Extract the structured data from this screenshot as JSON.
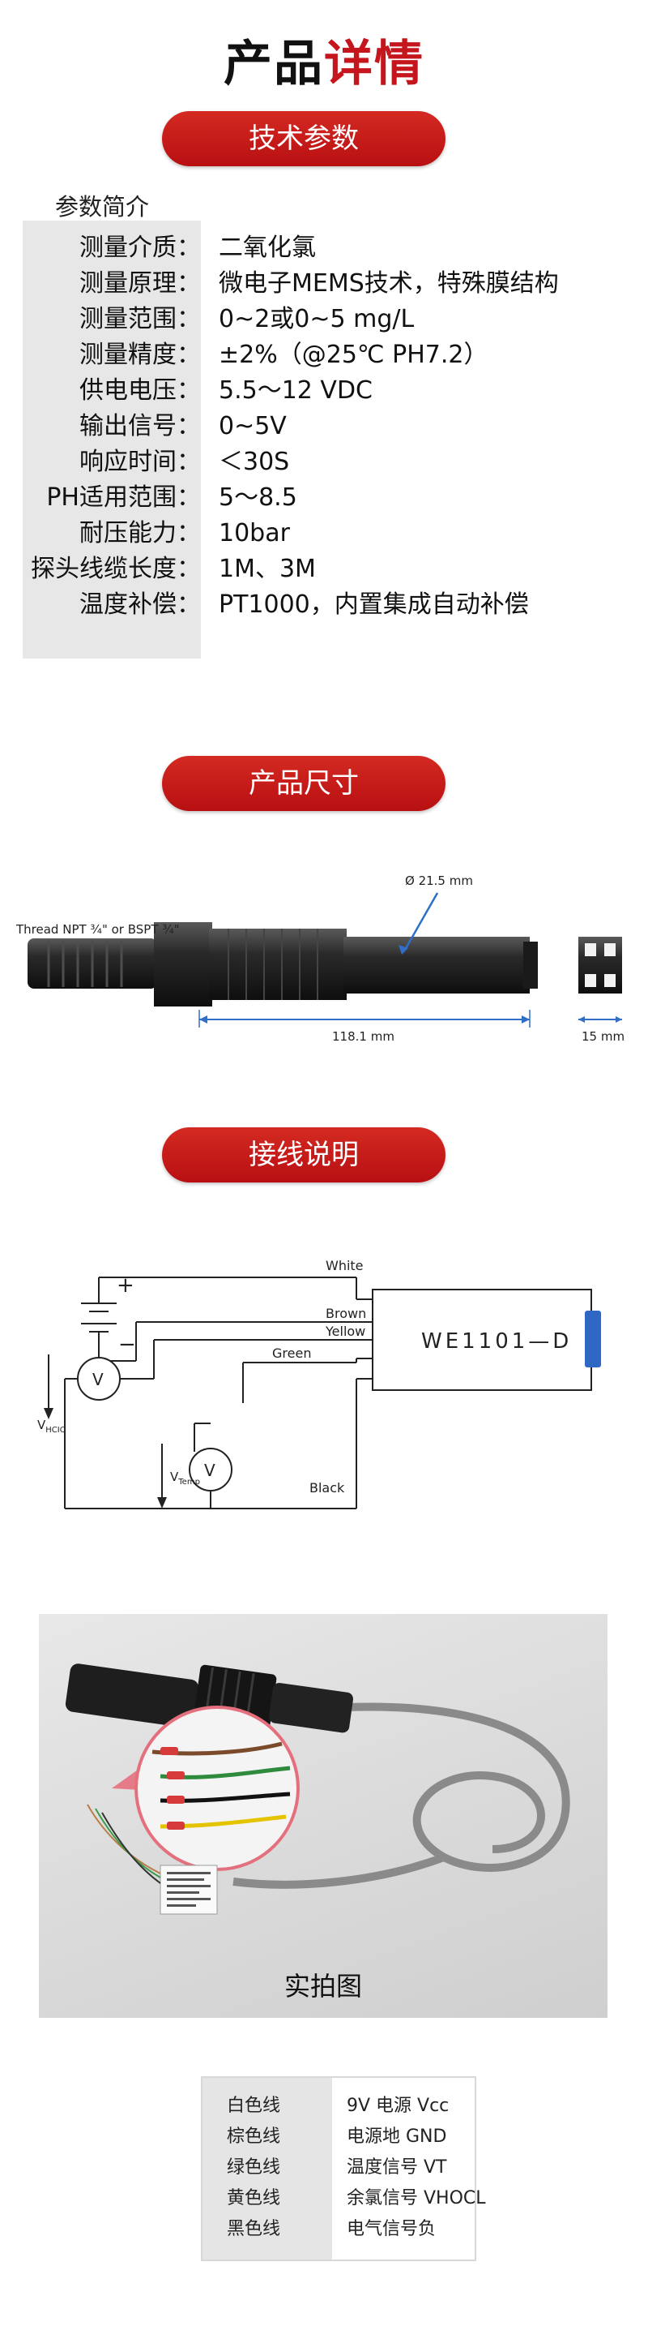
{
  "page": {
    "title_main": "产品",
    "title_accent": "详情"
  },
  "sections": {
    "tech_params": "技术参数",
    "dimensions": "产品尺寸",
    "wiring": "接线说明"
  },
  "params": {
    "subheading": "参数简介",
    "rows": [
      {
        "label": "测量介质：",
        "value": "二氧化氯"
      },
      {
        "label": "测量原理：",
        "value": "微电子MEMS技术，特殊膜结构"
      },
      {
        "label": "测量范围：",
        "value": "0~2或0~5 mg/L"
      },
      {
        "label": "测量精度：",
        "value": "±2%（@25℃ PH7.2）"
      },
      {
        "label": "供电电压：",
        "value": "5.5～12 VDC"
      },
      {
        "label": "输出信号：",
        "value": "0~5V"
      },
      {
        "label": "响应时间：",
        "value": "＜30S"
      },
      {
        "label": "PH适用范围：",
        "value": "5～8.5"
      },
      {
        "label": "耐压能力：",
        "value": "10bar"
      },
      {
        "label": "探头线缆长度：",
        "value": "1M、3M"
      },
      {
        "label": "温度补偿：",
        "value": "PT1000，内置集成自动补偿"
      }
    ]
  },
  "dimensions": {
    "thread_label": "Thread NPT ¾\" or BSPT ¾\"",
    "diameter_label": "Ø 21.5 mm",
    "length_label": "118.1 mm",
    "cap_label": "15 mm"
  },
  "wiring": {
    "plus_sign": "+",
    "minus_sign": "−",
    "white": "White",
    "brown": "Brown",
    "yellow": "Yellow",
    "green": "Green",
    "black": "Black",
    "model": "WE1101—D",
    "meter_symbol": "V",
    "v_hcio_main": "V",
    "v_hcio_sub": "HCIO",
    "v_temp_main": "V",
    "v_temp_sub": "Temp"
  },
  "photo": {
    "caption": "实拍图"
  },
  "legend": {
    "rows": [
      {
        "color": "白色线",
        "function": "9V 电源  Vcc"
      },
      {
        "color": "棕色线",
        "function": "电源地  GND"
      },
      {
        "color": "绿色线",
        "function": "温度信号  VT"
      },
      {
        "color": "黄色线",
        "function": "余氯信号  VHOCL"
      },
      {
        "color": "黑色线",
        "function": "电气信号负"
      }
    ]
  },
  "colors": {
    "accent": "#c4161c",
    "pill": "#c41a18",
    "label_column": "#e7e7e7",
    "connector_blue": "#2f67c4"
  }
}
